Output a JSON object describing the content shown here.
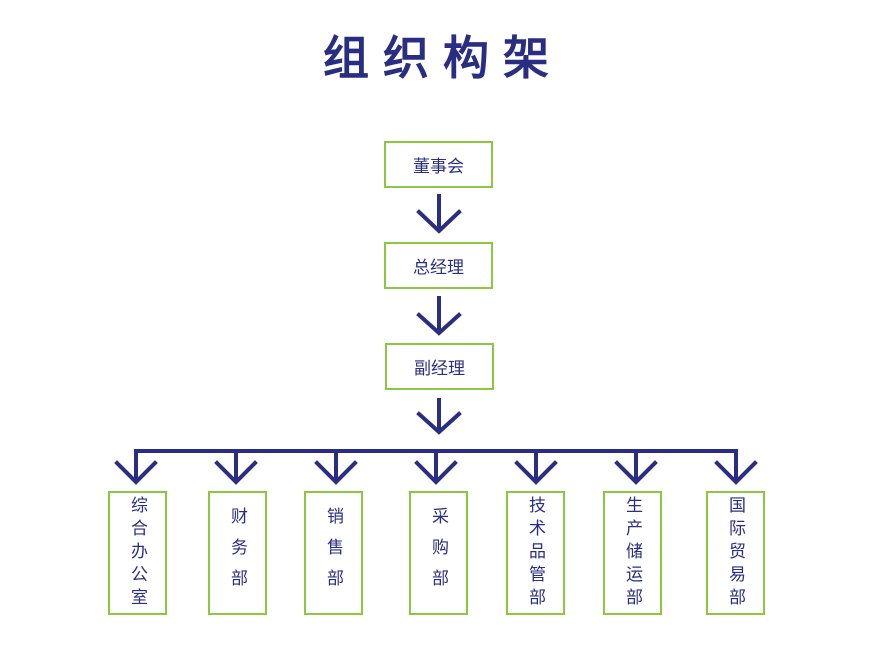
{
  "title": "组织构架",
  "chain": [
    {
      "id": "board",
      "label": "董事会"
    },
    {
      "id": "gm",
      "label": "总经理"
    },
    {
      "id": "dgm",
      "label": "副经理"
    }
  ],
  "departments": [
    {
      "id": "general-office",
      "label": "综合办公室"
    },
    {
      "id": "finance",
      "label": "财务部"
    },
    {
      "id": "sales",
      "label": "销售部"
    },
    {
      "id": "purchasing",
      "label": "采购部"
    },
    {
      "id": "technical-quality",
      "label": "技术品管部"
    },
    {
      "id": "production-storage",
      "label": "生产储运部"
    },
    {
      "id": "international-trade",
      "label": "国际贸易部"
    }
  ],
  "colors": {
    "navy": "#2a2e82",
    "box_border": "#8dc63f"
  }
}
